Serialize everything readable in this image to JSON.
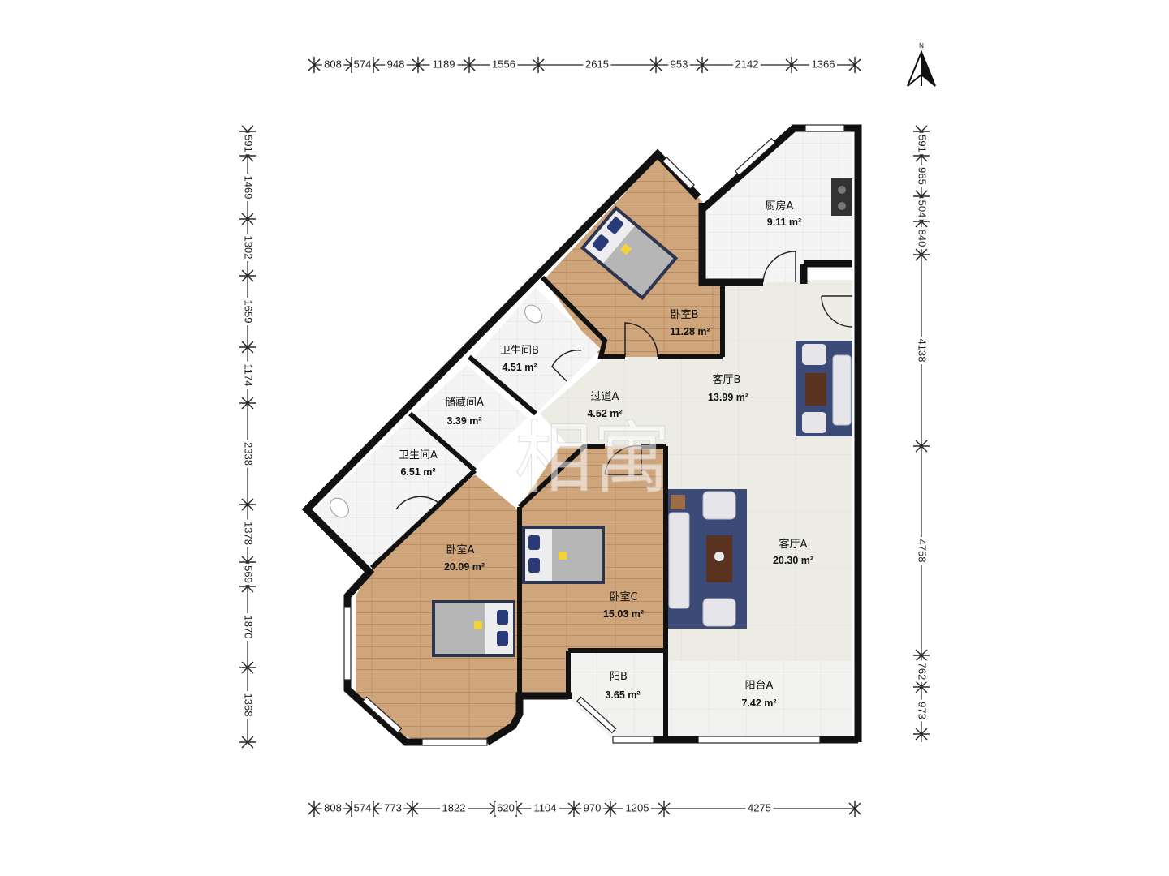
{
  "compass": {
    "label": "N",
    "icon": "north-arrow-icon"
  },
  "watermark": "相寓",
  "dimensions": {
    "top": [
      "808",
      "574",
      "948",
      "1189",
      "1556",
      "2615",
      "953",
      "2142",
      "1366"
    ],
    "bottom": [
      "808",
      "574",
      "773",
      "1822",
      "620",
      "1104",
      "970",
      "1205",
      "4275"
    ],
    "left": [
      "591",
      "1469",
      "1302",
      "1659",
      "1174",
      "2338",
      "1378",
      "569",
      "1870",
      "1368"
    ],
    "right": [
      "591",
      "965",
      "504",
      "840",
      "4138",
      "4758",
      "762",
      "973"
    ]
  },
  "rooms": {
    "kitchen_a": {
      "name": "厨房A",
      "area": "9.11 m²"
    },
    "bedroom_b": {
      "name": "卧室B",
      "area": "11.28 m²"
    },
    "bathroom_b": {
      "name": "卫生间B",
      "area": "4.51 m²"
    },
    "storage_a": {
      "name": "储藏间A",
      "area": "3.39 m²"
    },
    "hallway_a": {
      "name": "过道A",
      "area": "4.52 m²"
    },
    "living_b": {
      "name": "客厅B",
      "area": "13.99 m²"
    },
    "bathroom_a": {
      "name": "卫生间A",
      "area": "6.51 m²"
    },
    "bedroom_a": {
      "name": "卧室A",
      "area": "20.09 m²"
    },
    "bedroom_c": {
      "name": "卧室C",
      "area": "15.03 m²"
    },
    "living_a": {
      "name": "客厅A",
      "area": "20.30 m²"
    },
    "balcony_b": {
      "name": "阳B",
      "area": "3.65 m²"
    },
    "balcony_a": {
      "name": "阳台A",
      "area": "7.42 m²"
    }
  },
  "colors": {
    "wall": "#111111",
    "wood_floor": "#cfa57c",
    "tile_floor": "#ecebe4",
    "wet_floor": "#f3f3f3",
    "balcony_floor": "#f1f1ef",
    "rug": "#3c4a78"
  }
}
